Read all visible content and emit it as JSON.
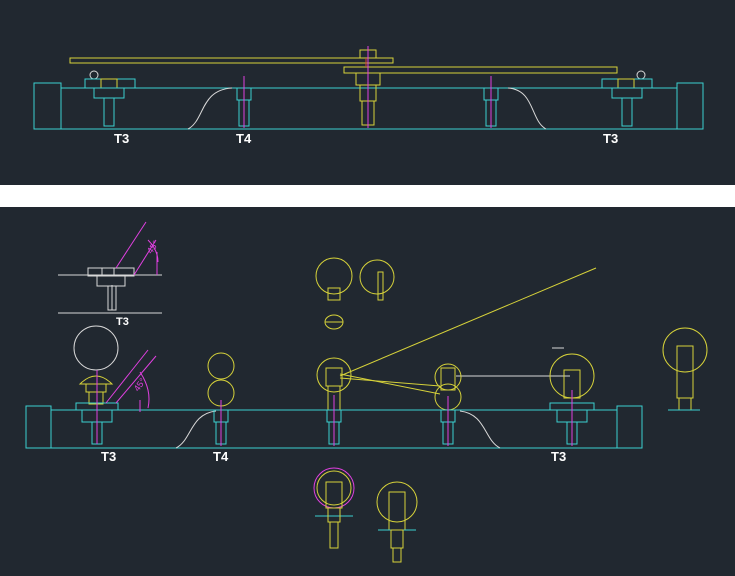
{
  "views": {
    "top": {
      "labels": [
        "T3",
        "T4",
        "T3"
      ]
    },
    "bottom": {
      "labels": [
        "T3",
        "T4",
        "T3"
      ],
      "detail_label": "T3",
      "angle_labels": [
        "45°",
        "45°"
      ]
    }
  },
  "colors": {
    "background": "#212830",
    "separator": "#ffffff",
    "cyan": "#3ad0d0",
    "yellow": "#d6d23a",
    "white": "#d8d8d8",
    "magenta": "#e040e0"
  }
}
